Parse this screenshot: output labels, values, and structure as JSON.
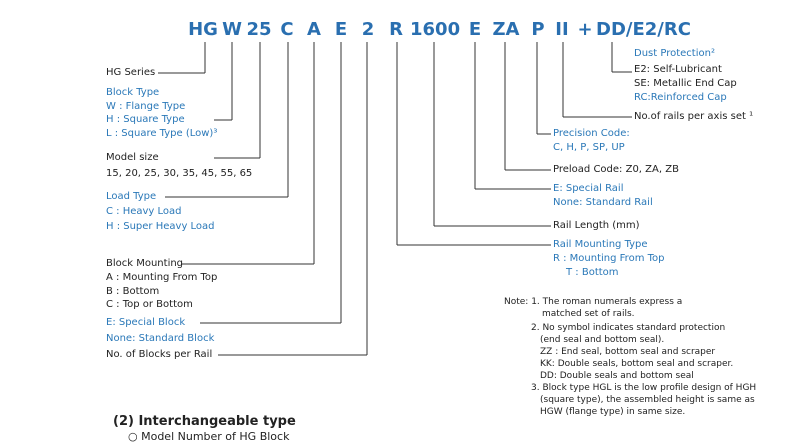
{
  "code": {
    "hg": "HG",
    "w": "W",
    "n25": "25",
    "c": "C",
    "a": "A",
    "e": "E",
    "n2": "2",
    "r": "R",
    "n1600": "1600",
    "e2": "E",
    "za": "ZA",
    "p": "P",
    "ii": "II",
    "plus": "+",
    "suffix": "DD/E2/RC"
  },
  "left": {
    "hg_series": "HG Series",
    "block_type": "Block  Type",
    "block_type_w": "W : Flange  Type",
    "block_type_h": "H : Square Type",
    "block_type_l": "L : Square Type (Low)³",
    "model_size": "Model size",
    "model_size_values": "15, 20, 25, 30, 35, 45, 55, 65",
    "load_type": "Load Type",
    "load_type_c": "C : Heavy Load",
    "load_type_h": "H : Super Heavy Load",
    "mounting": "Block Mounting",
    "mounting_a": "A : Mounting From Top",
    "mounting_b": "B : Bottom",
    "mounting_c": "C : Top or Bottom",
    "special_block": "E: Special Block",
    "standard_block": "None: Standard Block",
    "blocks_per_rail": "No. of Blocks per Rail"
  },
  "right": {
    "dust": "Dust Protection²",
    "e2": "E2: Self-Lubricant",
    "se": "SE: Metallic End Cap",
    "rc": "RC:Reinforced Cap",
    "rails_per_axis": "No.of rails per axis set ¹",
    "precision": "Precision Code:",
    "precision_values": "C, H, P, SP, UP",
    "preload": "Preload Code: Z0, ZA, ZB",
    "special_rail": "E: Special Rail",
    "standard_rail": "None: Standard Rail",
    "rail_length": "Rail Length (mm)",
    "rail_mounting": "Rail Mounting Type",
    "rail_r": "R : Mounting From Top",
    "rail_t": "T : Bottom"
  },
  "notes": {
    "l1": "Note: 1. The roman numerals express a",
    "l2": "matched set of rails.",
    "l3": "2. No symbol indicates standard protection",
    "l4": "(end seal and bottom seal).",
    "l5": "ZZ : End seal, bottom seal and scraper",
    "l6": "KK: Double seals, bottom seal and scraper.",
    "l7": "DD: Double seals and bottom seal",
    "l8": "3. Block type HGL is the low profile design of HGH",
    "l9": "(square type), the assembled height is same as",
    "l10": "HGW (flange type) in same size."
  },
  "section": {
    "heading": "(2) Interchangeable type",
    "cutoff": "○  Model Number of HG Block"
  },
  "colors": {
    "code": "#2a6fb0",
    "label_blue": "#2a78b8",
    "text": "#222222",
    "line": "#333333"
  }
}
